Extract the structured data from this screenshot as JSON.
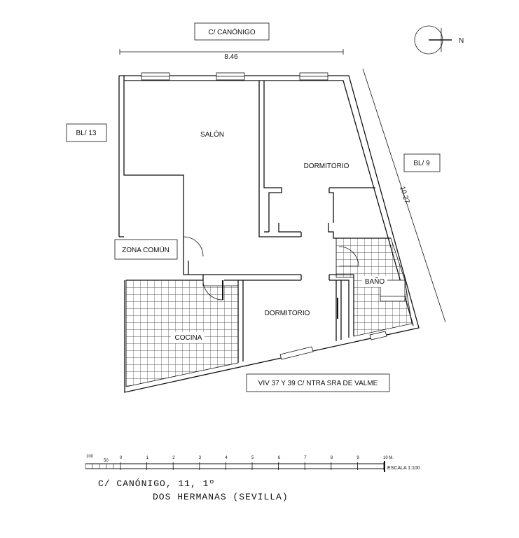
{
  "labels": {
    "street": "C/ CANÓNIGO",
    "width_dim": "8.46",
    "height_dim": "10.27",
    "bl13": "BL/ 13",
    "bl9": "BL/ 9",
    "salon": "SALÓN",
    "dorm1": "DORMITORIO",
    "dorm2": "DORMITORIO",
    "zona": "ZONA COMÚN",
    "bano": "BAÑO",
    "cocina": "COCINA",
    "viv": "VIV 37 Y 39 C/ NTRA SRA DE VALME",
    "north": "N"
  },
  "scale": {
    "left_labels": [
      "100",
      "50"
    ],
    "ticks": [
      "0",
      "1",
      "2",
      "3",
      "4",
      "5",
      "6",
      "7",
      "8",
      "9",
      "10 M."
    ],
    "caption": "ESCALA 1:100"
  },
  "footer": {
    "line1": "C/ CANÓNIGO, 11, 1º",
    "line2": "DOS HERMANAS (SEVILLA)"
  }
}
